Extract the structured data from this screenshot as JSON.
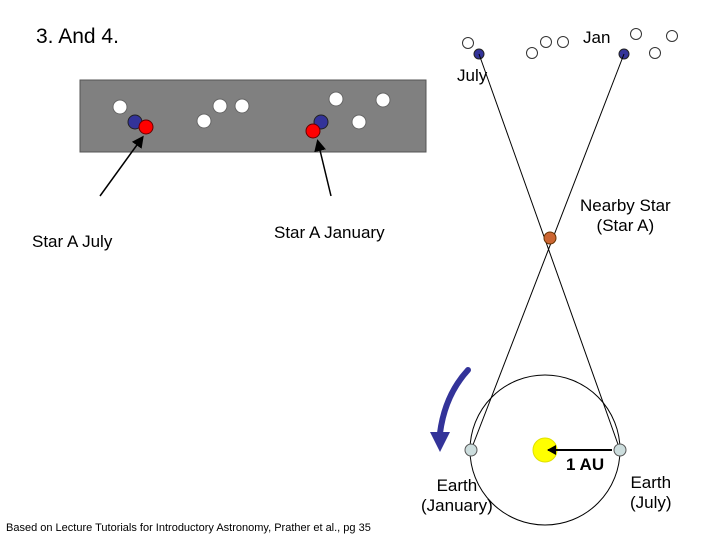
{
  "slide": {
    "title": "3. And 4.",
    "credit": "Based on Lecture Tutorials for Introductory Astronomy, Prather et al., pg 35"
  },
  "labels": {
    "jan": "Jan",
    "july": "July",
    "star_a_july": "Star A July",
    "star_a_january": "Star A January",
    "nearby_star_line1": "Nearby Star",
    "nearby_star_line2": "(Star A)",
    "earth_january_line1": "Earth",
    "earth_january_line2": "(January)",
    "earth_july_line1": "Earth",
    "earth_july_line2": "(July)",
    "one_au": "1 AU"
  },
  "colors": {
    "sky_panel": "#808080",
    "background_star": "#ffffff",
    "shifted_star_blue": "#333399",
    "star_a_red": "#ff0000",
    "nearby_star": "#cc6633",
    "sun": "#ffff00",
    "earth": "#ccdddd",
    "orbit_arrow": "#333399"
  }
}
